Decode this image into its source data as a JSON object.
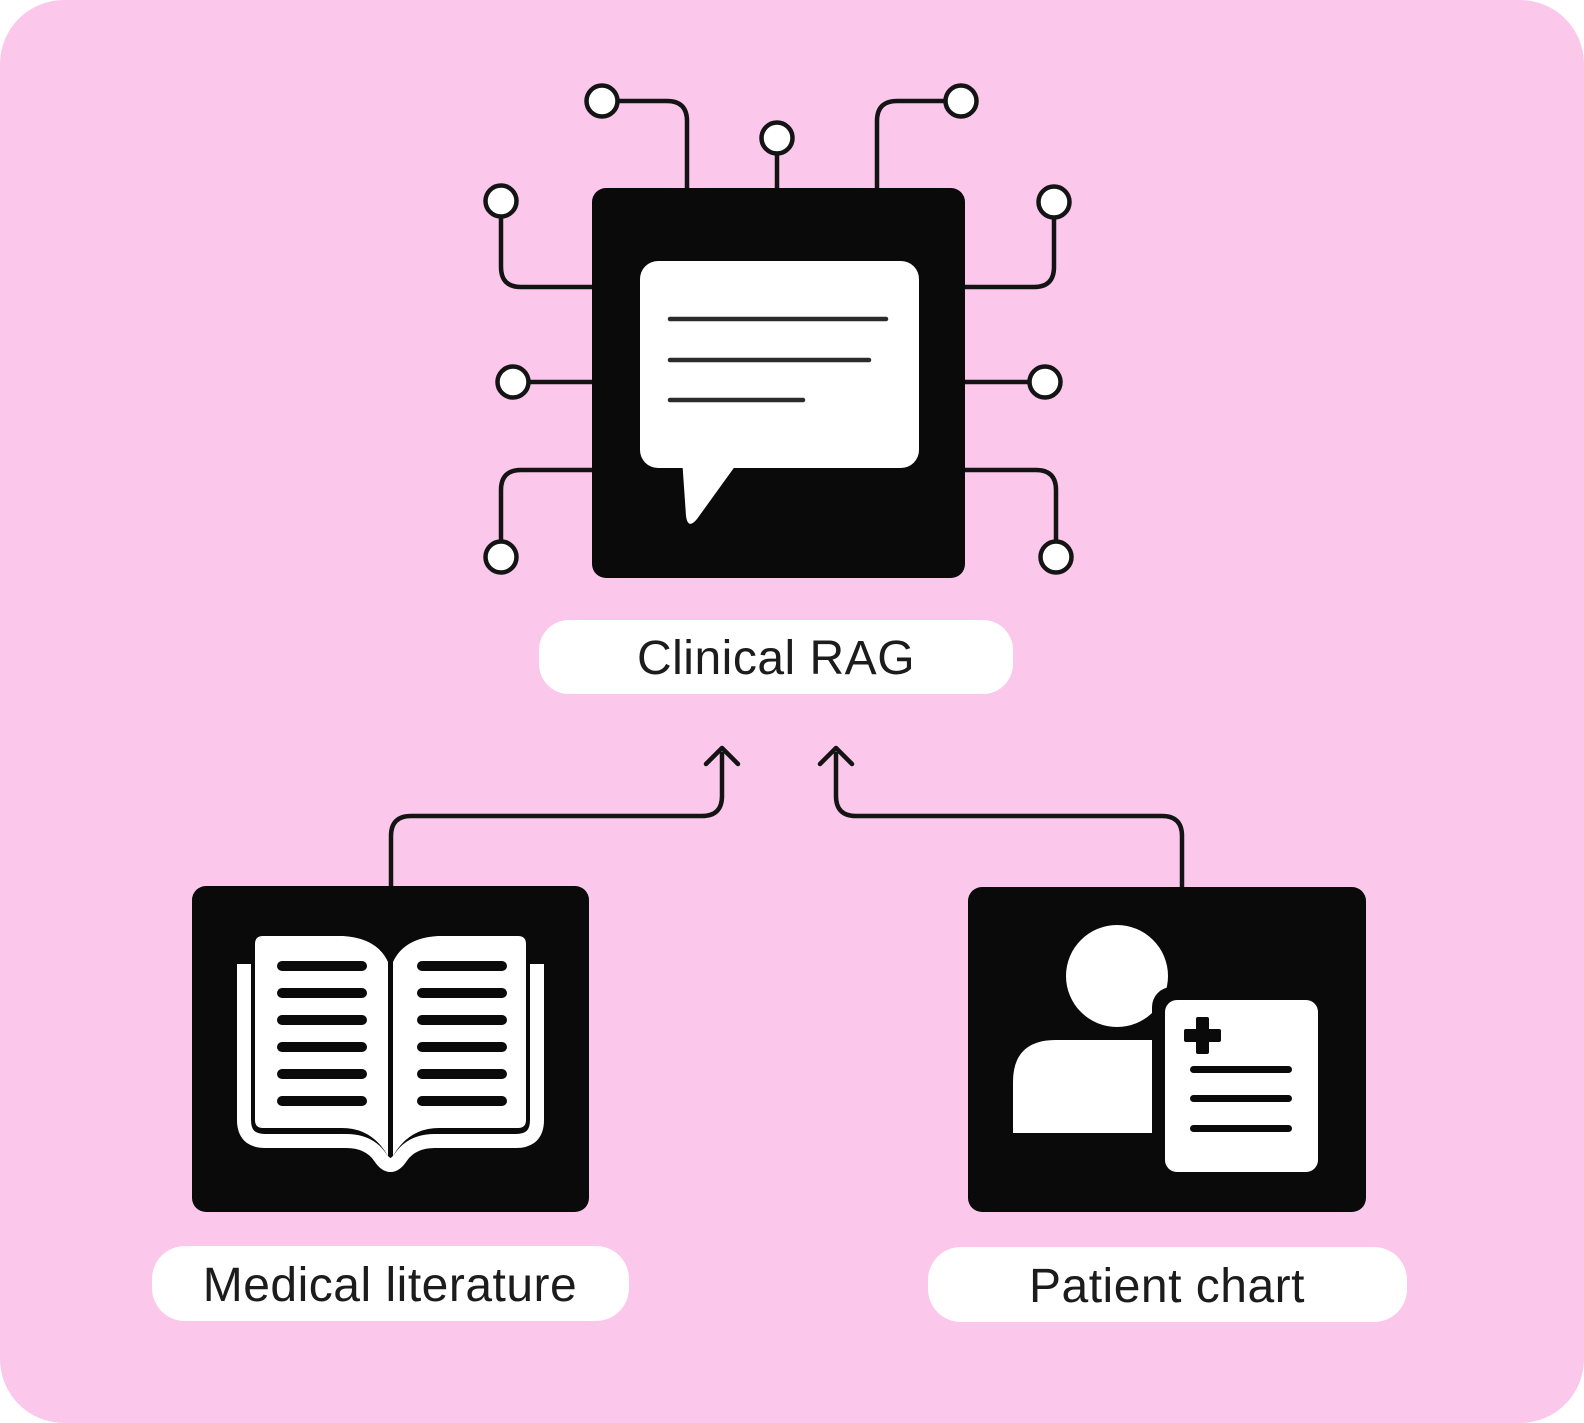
{
  "colors": {
    "background": "#FBC7EA",
    "node_black": "#0A0A0A",
    "icon_white": "#FFFFFF",
    "wire": "#141414",
    "bubble_line": "#2B2B2B",
    "label_bg": "#FFFFFF",
    "label_text": "#1C1C1C"
  },
  "diagram": {
    "nodes": [
      {
        "id": "clinical-rag",
        "label": "Clinical RAG",
        "icon": "ai-chip-with-chat-bubble"
      },
      {
        "id": "medical-literature",
        "label": "Medical literature",
        "icon": "open-book"
      },
      {
        "id": "patient-chart",
        "label": "Patient chart",
        "icon": "person-with-medical-record"
      }
    ],
    "edges": [
      {
        "from": "medical-literature",
        "to": "clinical-rag",
        "type": "elbow-arrow"
      },
      {
        "from": "patient-chart",
        "to": "clinical-rag",
        "type": "elbow-arrow"
      }
    ]
  }
}
